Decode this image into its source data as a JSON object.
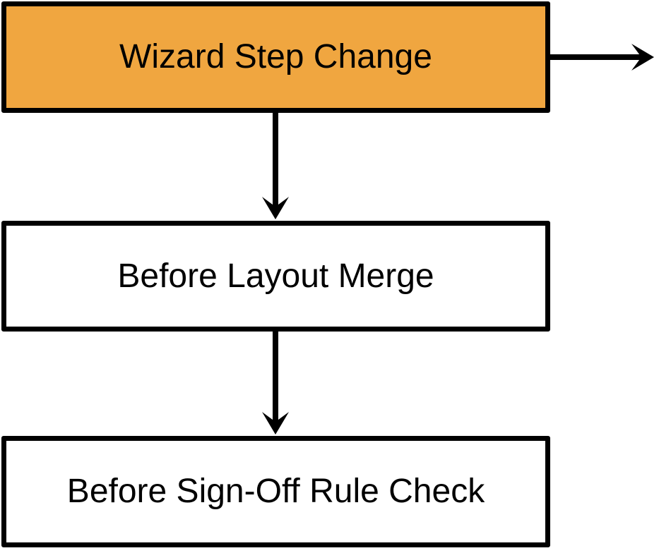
{
  "colors": {
    "highlight_fill": "#F0A640",
    "node_fill": "#FFFFFF",
    "stroke": "#000000",
    "text": "#000000",
    "background": "#FFFFFF"
  },
  "nodes": [
    {
      "id": "wizard-step-change",
      "label": "Wizard Step Change",
      "fill": "#F0A640"
    },
    {
      "id": "before-layout-merge",
      "label": "Before Layout Merge",
      "fill": "#FFFFFF"
    },
    {
      "id": "before-sign-off-rule-check",
      "label": "Before Sign-Off Rule Check",
      "fill": "#FFFFFF"
    }
  ],
  "edges": [
    {
      "from": "wizard-step-change",
      "to": "off-canvas-right",
      "direction": "right"
    },
    {
      "from": "wizard-step-change",
      "to": "before-layout-merge",
      "direction": "down"
    },
    {
      "from": "before-layout-merge",
      "to": "before-sign-off-rule-check",
      "direction": "down"
    }
  ]
}
